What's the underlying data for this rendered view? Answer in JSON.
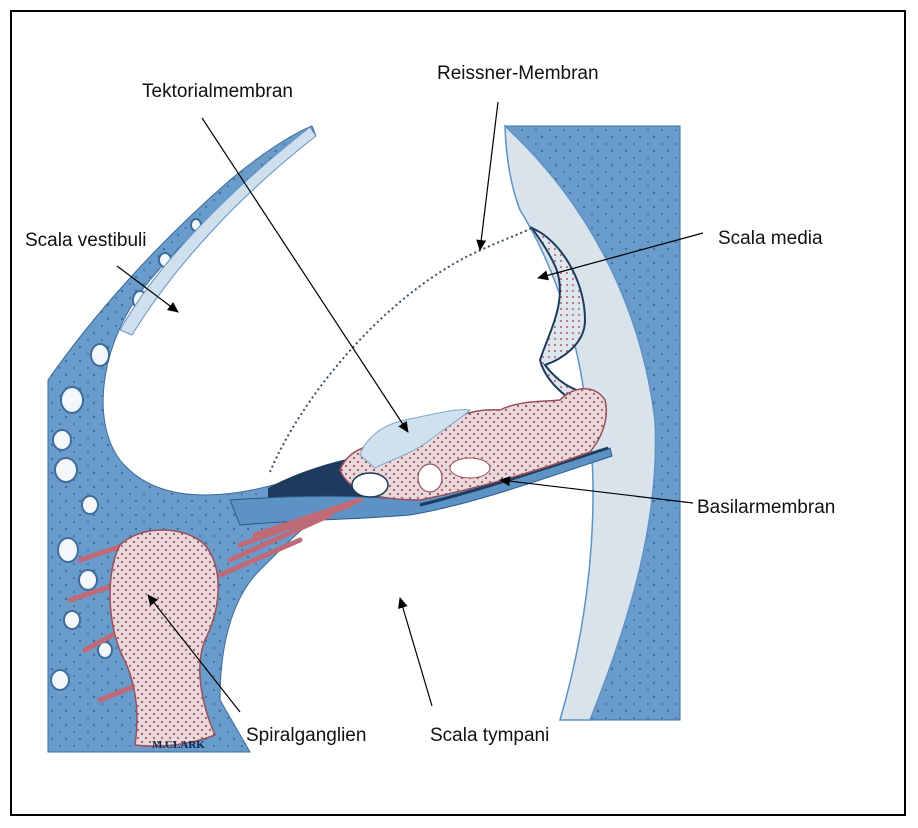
{
  "labels": {
    "reissner": "Reissner-Membran",
    "tektorial": "Tektorialmembran",
    "scala_vestibuli": "Scala vestibuli",
    "scala_media": "Scala media",
    "basilar": "Basilarmembran",
    "spiralganglien": "Spiralganglien",
    "scala_tympani": "Scala tympani"
  },
  "signature": "M.CLARK",
  "colors": {
    "bone": "#5d92c4",
    "bone_light": "#8fb6da",
    "tissue_pink": "#c98a91",
    "dark_tissue": "#1e3b5e",
    "tectorial": "#cfe0ee"
  }
}
